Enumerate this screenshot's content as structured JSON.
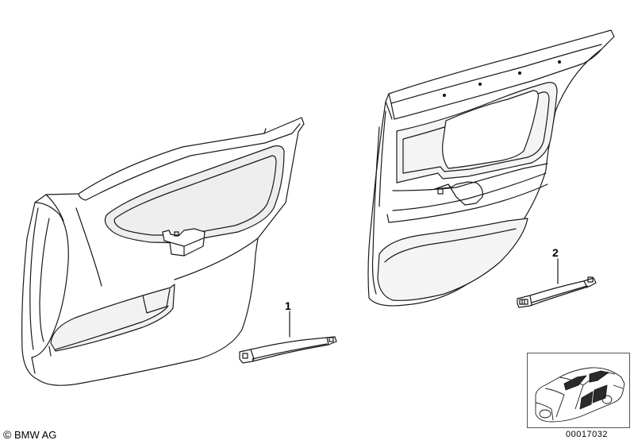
{
  "callouts": {
    "item1": "1",
    "item2": "2"
  },
  "footer": {
    "copyright_symbol": "©",
    "copyright_text": "BMW AG",
    "document_number": "00017032"
  },
  "icons": [
    "front-door-panel-icon",
    "rear-door-panel-icon",
    "front-pull-handle-icon",
    "rear-pull-handle-icon",
    "car-locator-icon"
  ],
  "colors": {
    "line": "#1a1a1a",
    "shade": "#e6e6e6",
    "dark": "#333333",
    "background": "#ffffff"
  }
}
